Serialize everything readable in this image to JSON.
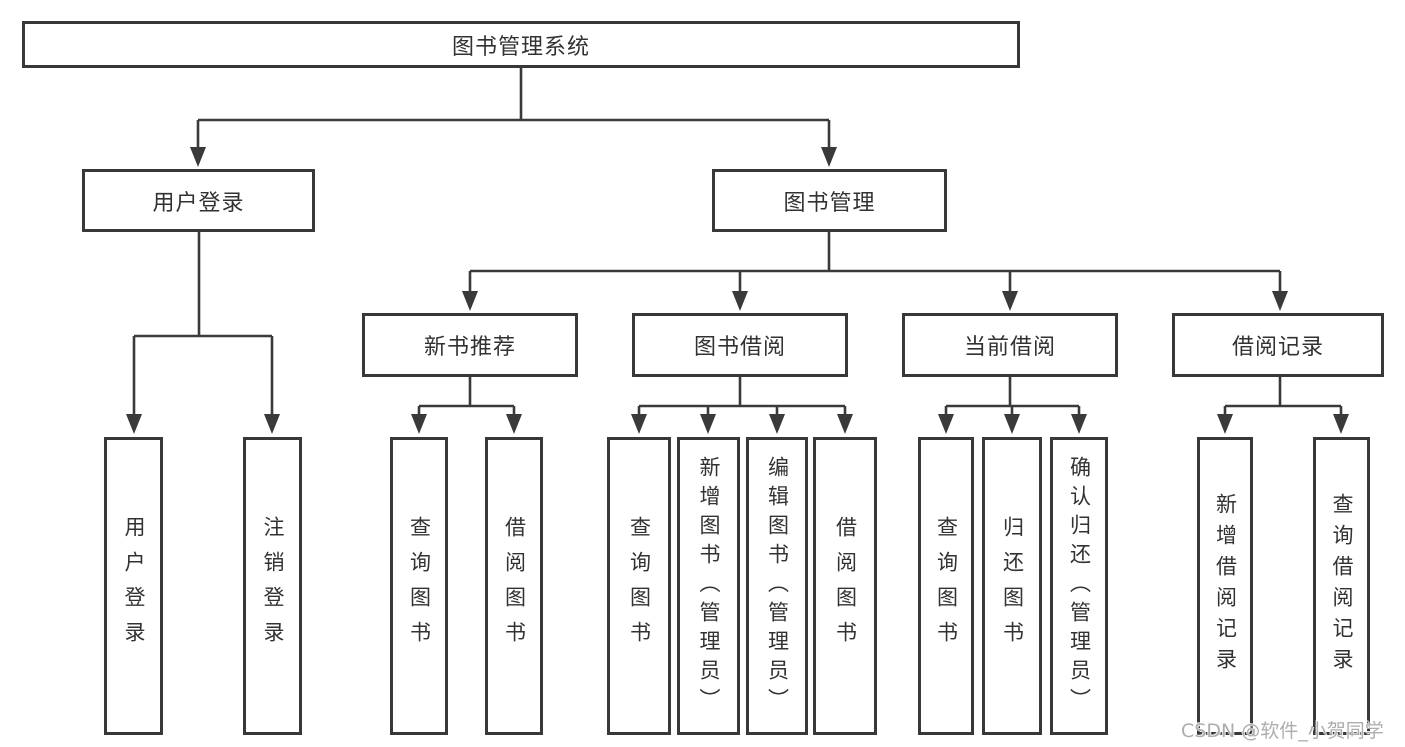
{
  "tree": {
    "root": "图书管理系统",
    "l2": [
      "用户登录",
      "图书管理"
    ],
    "l3": [
      "新书推荐",
      "图书借阅",
      "当前借阅",
      "借阅记录"
    ],
    "user_leaves": [
      "用户登录",
      "注销登录"
    ],
    "recommend_leaves": [
      "查询图书",
      "借阅图书"
    ],
    "borrow_leaves": [
      "查询图书",
      "新增图书（管理员）",
      "编辑图书（管理员）",
      "借阅图书"
    ],
    "current_leaves": [
      "查询图书",
      "归还图书",
      "确认归还（管理员）"
    ],
    "record_leaves": [
      "新增借阅记录",
      "查询借阅记录"
    ]
  },
  "colors": {
    "line": "#3a3a3a",
    "box_border": "#383838",
    "text": "#323232",
    "background": "#ffffff",
    "watermark": "#adadad"
  },
  "watermark": "CSDN @软件_小贺同学"
}
